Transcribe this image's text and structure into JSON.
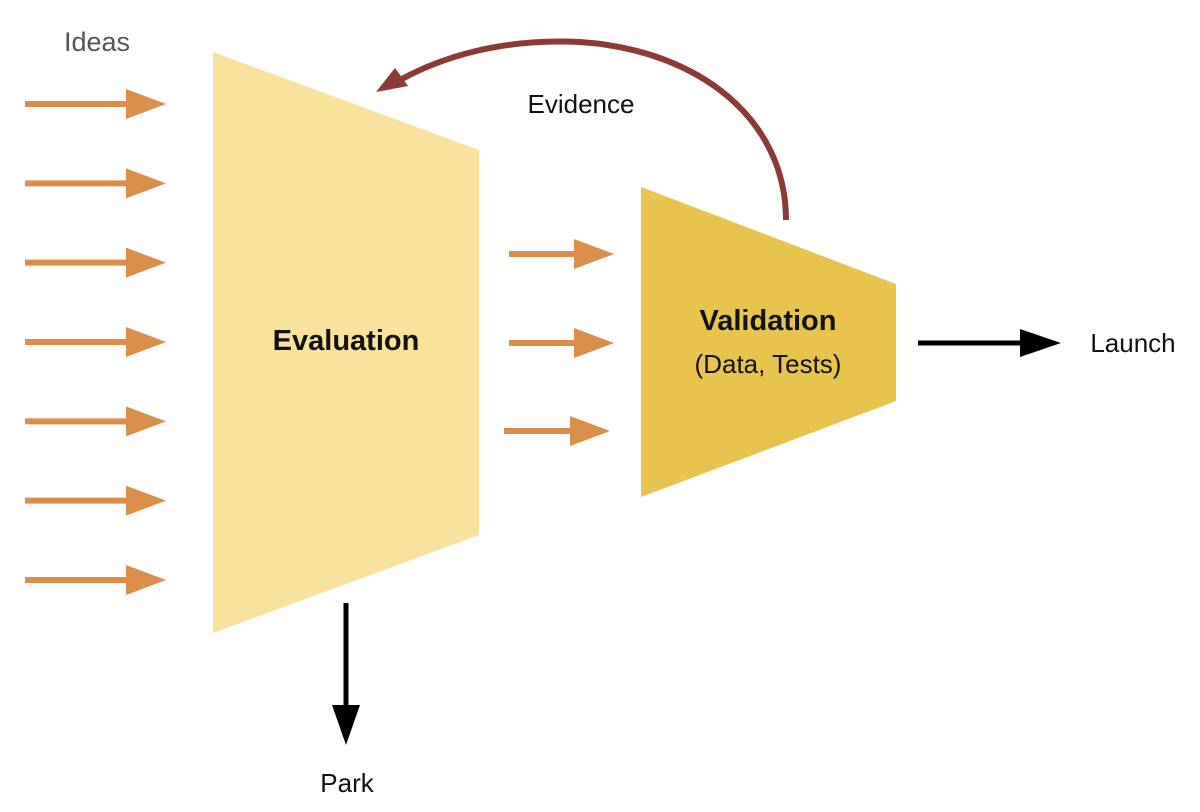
{
  "diagram": {
    "type": "funnel-process",
    "colors": {
      "idea_arrow": "#D98F48",
      "evaluation_fill": "#F9E29C",
      "validation_fill": "#E8C34E",
      "evidence_arrow": "#8B3A36",
      "outcome_arrow": "#000000",
      "ideas_label": "#555555",
      "text": "#111111"
    },
    "labels": {
      "ideas": "Ideas",
      "evaluation": "Evaluation",
      "validation_title": "Validation",
      "validation_subtitle": "(Data, Tests)",
      "evidence": "Evidence",
      "launch": "Launch",
      "park": "Park"
    },
    "input_arrow_count": 7,
    "middle_arrow_count": 3
  }
}
